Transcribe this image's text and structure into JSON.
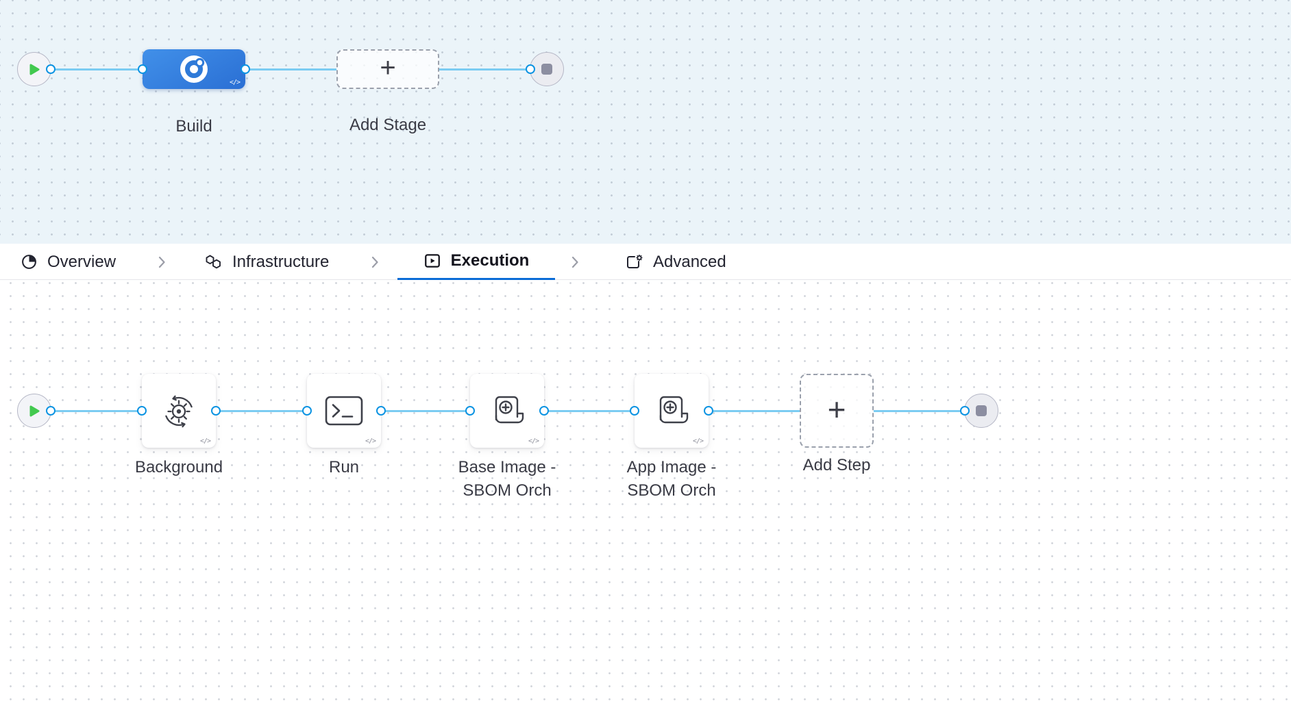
{
  "stage_pipeline": {
    "start_icon": "play-icon",
    "end_icon": "stop-icon",
    "stages": [
      {
        "label": "Build",
        "icon": "ci-build-icon",
        "code_badge": "</>"
      }
    ],
    "add_stage": {
      "label": "Add Stage",
      "plus": "+"
    }
  },
  "tab_bar": {
    "items": [
      {
        "label": "Overview",
        "icon": "pie-chart-icon",
        "active": false
      },
      {
        "label": "Infrastructure",
        "icon": "hexagons-icon",
        "active": false
      },
      {
        "label": "Execution",
        "icon": "play-box-icon",
        "active": true
      },
      {
        "label": "Advanced",
        "icon": "box-gear-icon",
        "active": false
      }
    ]
  },
  "step_pipeline": {
    "steps": [
      {
        "label": "Background",
        "label_line2": "",
        "icon": "sync-gear-icon",
        "code_badge": "</>"
      },
      {
        "label": "Run",
        "label_line2": "",
        "icon": "terminal-icon",
        "code_badge": "</>"
      },
      {
        "label": "Base Image -",
        "label_line2": "SBOM Orch",
        "icon": "scroll-plus-icon",
        "code_badge": "</>"
      },
      {
        "label": "App Image -",
        "label_line2": "SBOM Orch",
        "icon": "scroll-plus-icon",
        "code_badge": "</>"
      }
    ],
    "add_step": {
      "label": "Add Step",
      "plus": "+"
    }
  },
  "colors": {
    "canvas_top_bg": "#ebf4f9",
    "canvas_bottom_bg": "#ffffff",
    "wire_blue": "#7bccf2",
    "port_border_blue": "#0b93e2",
    "stage_blue": "#2f7ad8",
    "tab_active_blue": "#0a6cd6",
    "play_green": "#42c94f",
    "stop_gray": "#8c8ea1"
  }
}
